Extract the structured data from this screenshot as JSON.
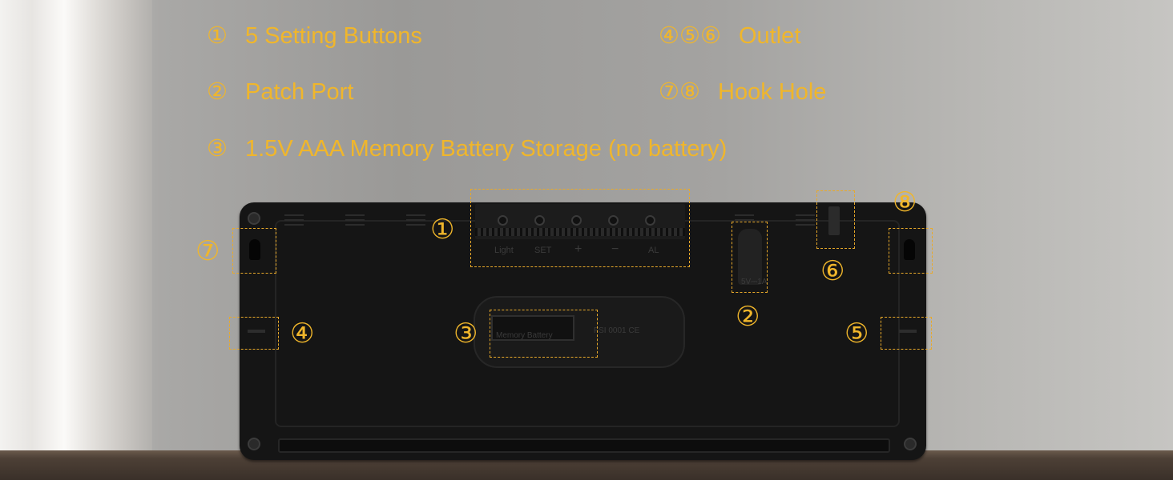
{
  "annotations": {
    "item1": {
      "num": "①",
      "text": "5 Setting Buttons"
    },
    "item2": {
      "num": "②",
      "text": "Patch Port"
    },
    "item3": {
      "num": "③",
      "text": "1.5V AAA Memory Battery Storage (no battery)"
    },
    "item456": {
      "num": "④⑤⑥",
      "text": "Outlet"
    },
    "item78": {
      "num": "⑦⑧",
      "text": "Hook Hole"
    }
  },
  "markers": {
    "m1": "①",
    "m2": "②",
    "m3": "③",
    "m4": "④",
    "m5": "⑤",
    "m6": "⑥",
    "m7": "⑦",
    "m8": "⑧"
  },
  "device": {
    "buttons": [
      "Light",
      "SET",
      "+",
      "−",
      "AL"
    ],
    "port_label": "5V⎓1A",
    "battery_label": "Memory Battery",
    "cert_label": "FSI 0001 CE"
  },
  "colors": {
    "annotation": "#f0b62b",
    "device": "#151515",
    "wall": "#a09f9d",
    "shelf": "#4d4036"
  }
}
